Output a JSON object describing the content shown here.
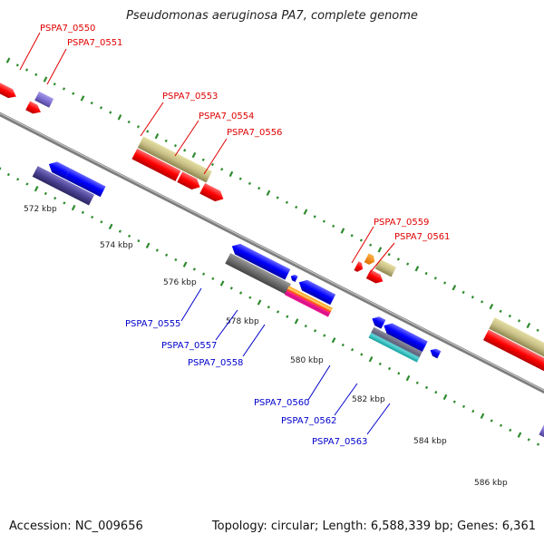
{
  "title": "Pseudomonas aeruginosa PA7, complete genome",
  "accession": "Accession: NC_009656",
  "summary": "Topology: circular; Length: 6,588,339 bp; Genes: 6,361",
  "scale_labels": [
    "572 kbp",
    "574 kbp",
    "576 kbp",
    "578 kbp",
    "580 kbp",
    "582 kbp",
    "584 kbp",
    "586 kbp"
  ],
  "gene_labels_forward": [
    "PSPA7_0550",
    "PSPA7_0551",
    "PSPA7_0553",
    "PSPA7_0554",
    "PSPA7_0556",
    "PSPA7_0559",
    "PSPA7_0561"
  ],
  "gene_labels_reverse": [
    "PSPA7_0555",
    "PSPA7_0557",
    "PSPA7_0558",
    "PSPA7_0560",
    "PSPA7_0562",
    "PSPA7_0563"
  ],
  "colors": {
    "backbone": "#888888",
    "forward_gene": "#ff0000",
    "reverse_gene": "#0000ff",
    "khaki_feature": "#bdb76b",
    "slate_feature": "#483d8b",
    "grey_feature": "#696969",
    "orange_feature": "#ff8c00",
    "magenta_feature": "#ff1493",
    "cyan_feature": "#20b2aa",
    "tick_mark": "#2e8b2e",
    "label_forward": "#e00000",
    "label_reverse": "#0000cc"
  }
}
